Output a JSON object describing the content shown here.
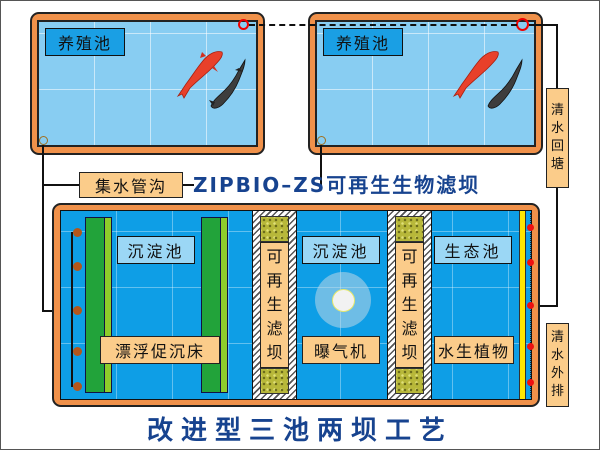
{
  "diagram": {
    "title": "改进型三池两坝工艺",
    "product_label": "ZIPBIO–ZS可再生生物滤坝",
    "colors": {
      "title_blue": "#17438f",
      "pond_border_orange": "#f0914a",
      "pond_water": "#88cdf2",
      "tank_water": "#0e9ee6",
      "label_tan": "#fbcc8a",
      "green_bed": "#22a33a",
      "light_green_bed": "#8fcc2a",
      "inlet_red": "#ee1111",
      "outlet_brown": "#b5561a",
      "screen_yellow": "#ffe600"
    },
    "ponds": [
      {
        "id": "left-pond",
        "label": "养殖池"
      },
      {
        "id": "right-pond",
        "label": "养殖池"
      }
    ],
    "collector": {
      "label": "集水管沟"
    },
    "return_flow": {
      "label": "清水回塘",
      "chars": [
        "清",
        "水",
        "回",
        "塘"
      ]
    },
    "discharge": {
      "label": "清水外排",
      "chars": [
        "清",
        "水",
        "外",
        "排"
      ]
    },
    "treatment": {
      "sedimentation_1": {
        "label": "沉淀池",
        "bed_label": "漂浮促沉床"
      },
      "dam_1": {
        "label": "可再生滤坝",
        "chars": [
          "可",
          "再",
          "生",
          "滤",
          "坝"
        ]
      },
      "sedimentation_2": {
        "label": "沉淀池",
        "equipment_label": "曝气机"
      },
      "dam_2": {
        "label": "可再生滤坝",
        "chars": [
          "可",
          "再",
          "生",
          "滤",
          "坝"
        ]
      },
      "eco_pond": {
        "label": "生态池",
        "plant_label": "水生植物"
      }
    },
    "icons": [
      "koi-fish-red",
      "koi-fish-black",
      "aerator-bubble",
      "inlet-ring",
      "outlet-ring"
    ]
  }
}
